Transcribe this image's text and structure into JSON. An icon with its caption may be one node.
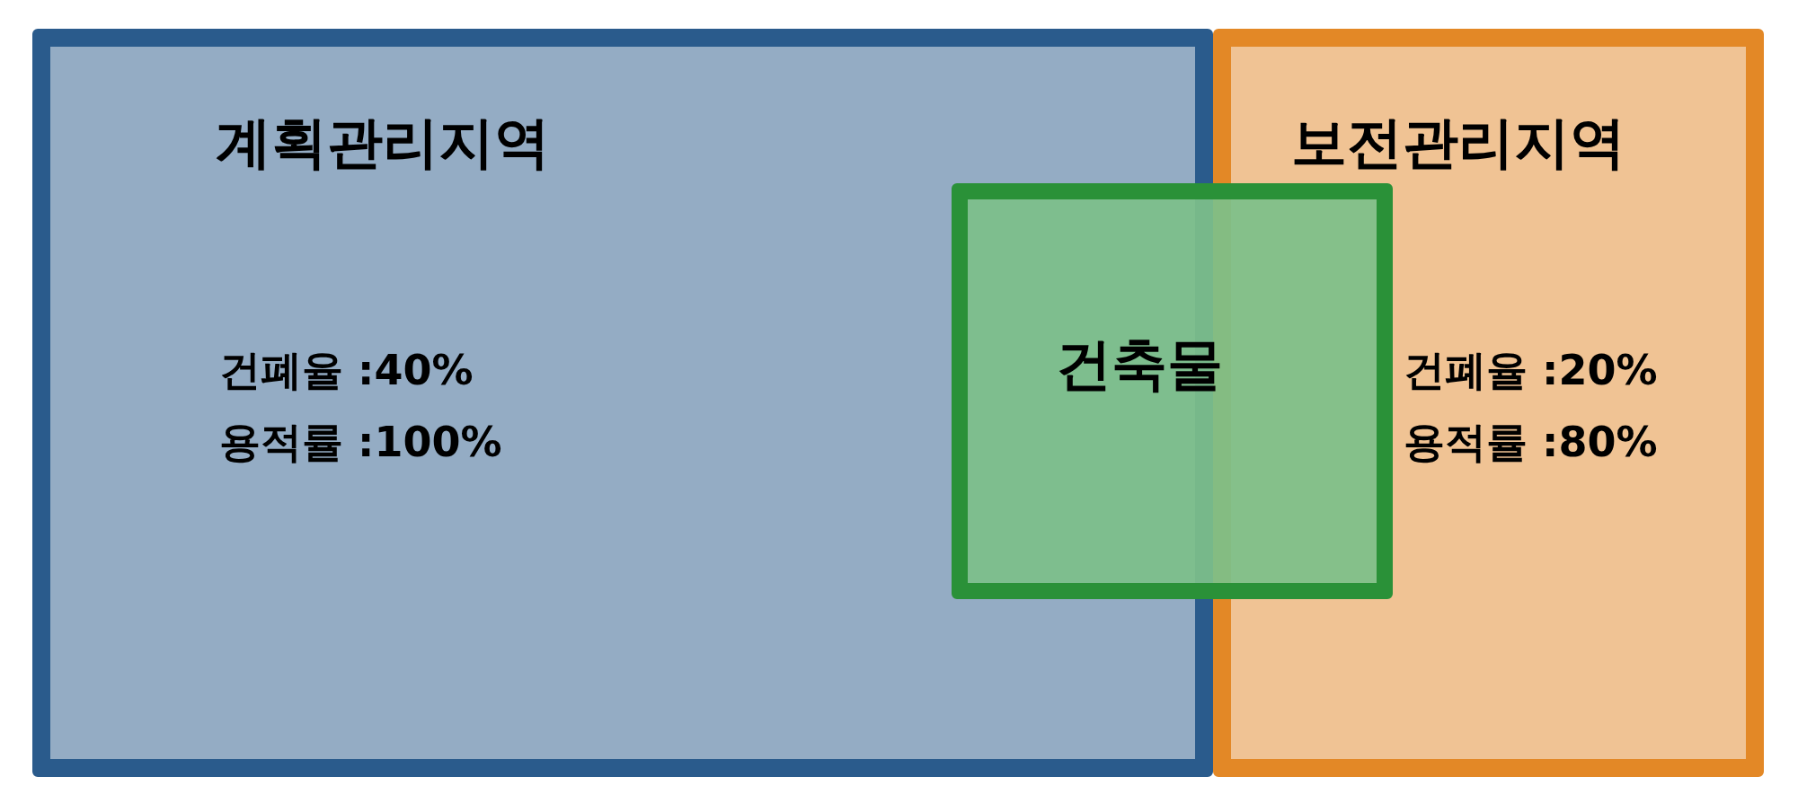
{
  "diagram": {
    "nodes": [
      {
        "text": [
          "계획관리지역",
          "건폐율 :40%",
          "용적률 :100%"
        ]
      },
      {
        "text": [
          "보전관리지역",
          "건폐율 :20%",
          "용적률 :80%"
        ]
      },
      {
        "text": [
          "건축물"
        ]
      }
    ]
  }
}
